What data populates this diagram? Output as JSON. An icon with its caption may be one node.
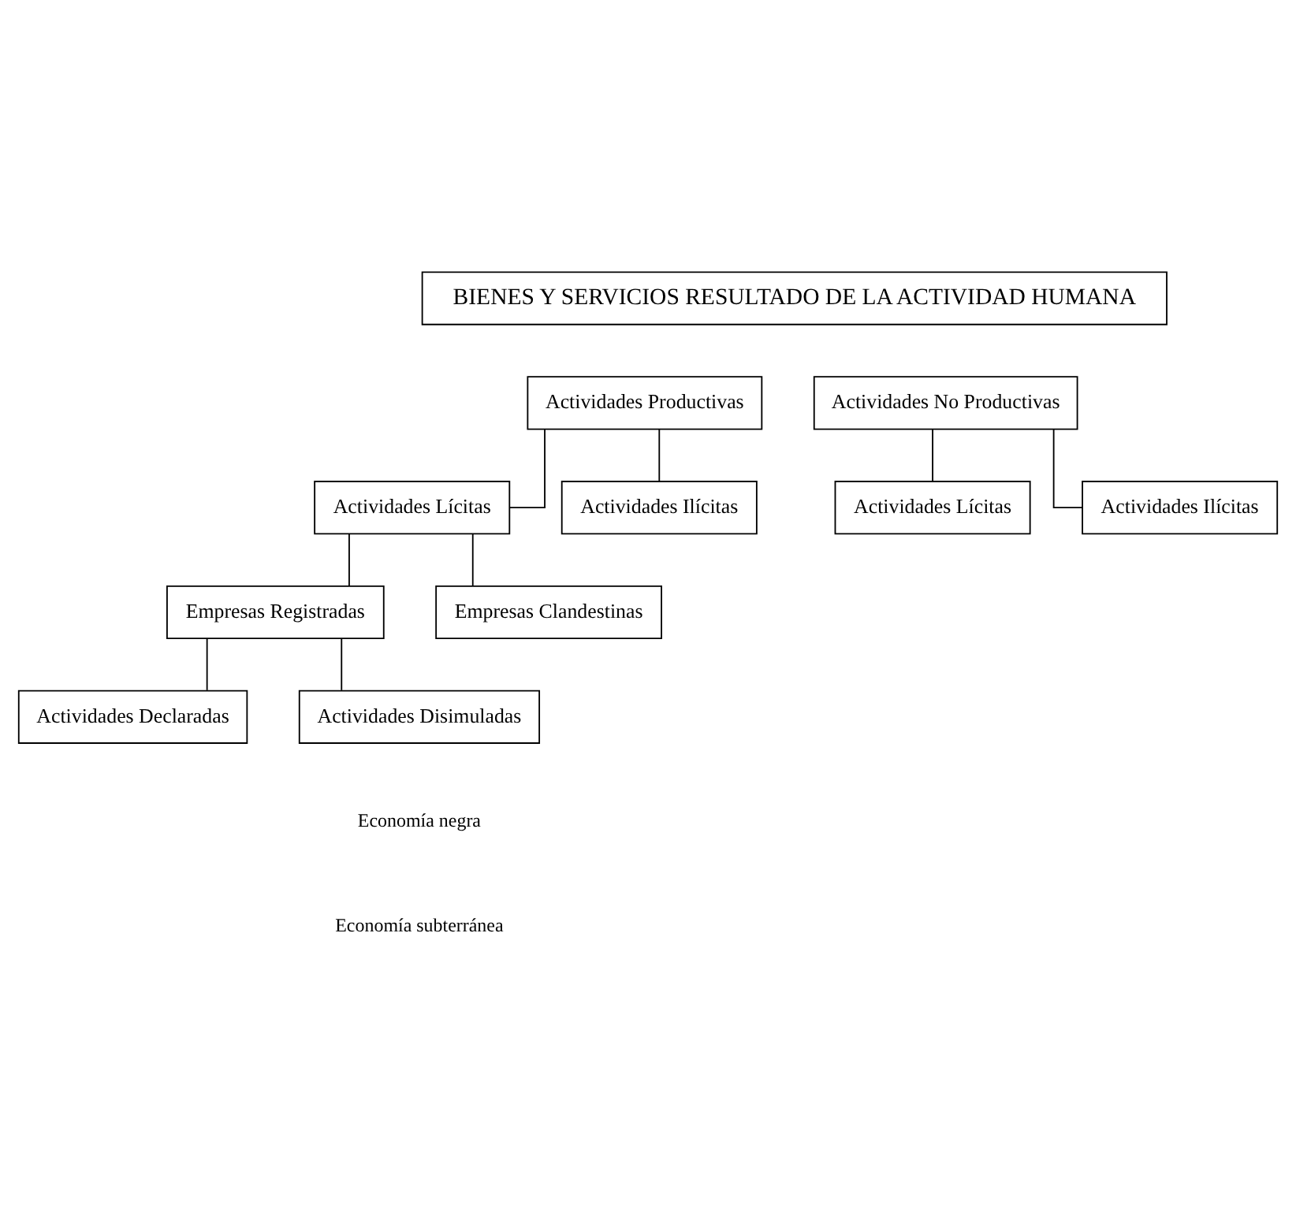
{
  "diagram": {
    "nodes": [
      {
        "text": [
          "BIENES Y SERVICIOS RESULTADO DE LA ACTIVIDAD HUMANA"
        ]
      },
      {
        "text": [
          "Actividades Productivas"
        ]
      },
      {
        "text": [
          "Actividades No Productivas"
        ]
      },
      {
        "text": [
          "Actividades Lícitas"
        ]
      },
      {
        "text": [
          "Actividades Ilícitas"
        ]
      },
      {
        "text": [
          "Actividades Lícitas"
        ]
      },
      {
        "text": [
          "Actividades Ilícitas"
        ]
      },
      {
        "text": [
          "Empresas Registradas"
        ]
      },
      {
        "text": [
          "Empresas Clandestinas"
        ]
      },
      {
        "text": [
          "Actividades Declaradas"
        ]
      },
      {
        "text": [
          "Actividades Disimuladas"
        ]
      }
    ],
    "edges": [
      {
        "from": 1,
        "to": 3,
        "arrow": "none"
      },
      {
        "from": 1,
        "to": 4,
        "arrow": "none"
      },
      {
        "from": 2,
        "to": 5,
        "arrow": "none"
      },
      {
        "from": 2,
        "to": 6,
        "arrow": "none"
      },
      {
        "from": 3,
        "to": 7,
        "arrow": "none"
      },
      {
        "from": 3,
        "to": 8,
        "arrow": "none"
      },
      {
        "from": 7,
        "to": 9,
        "arrow": "none"
      },
      {
        "from": 7,
        "to": 10,
        "arrow": "none"
      }
    ],
    "labels": [
      "Economía negra",
      "Economía subterránea"
    ]
  }
}
